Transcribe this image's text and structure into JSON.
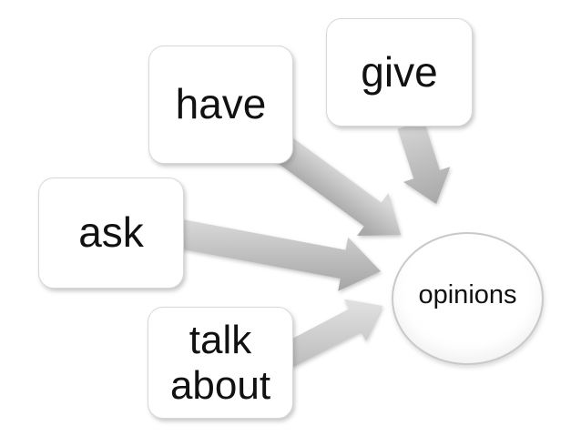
{
  "diagram": {
    "type": "radial-collocation-diagram",
    "center": {
      "label": "opinions"
    },
    "sources": [
      {
        "id": "give",
        "label": "give"
      },
      {
        "id": "have",
        "label": "have"
      },
      {
        "id": "ask",
        "label": "ask"
      },
      {
        "id": "talk-about",
        "label": "talk about"
      }
    ],
    "arrows": [
      {
        "from": "have",
        "to": "opinions"
      },
      {
        "from": "give",
        "to": "opinions"
      },
      {
        "from": "ask",
        "to": "opinions"
      },
      {
        "from": "talk-about",
        "to": "opinions"
      }
    ],
    "colors": {
      "background": "#ffffff",
      "node_fill": "#ffffff",
      "node_border": "#d8d8d8",
      "circle_border": "#c9c9c9",
      "text": "#111111",
      "arrow_light": "#dcdcdc",
      "arrow_dark": "#a6a6a6"
    }
  }
}
